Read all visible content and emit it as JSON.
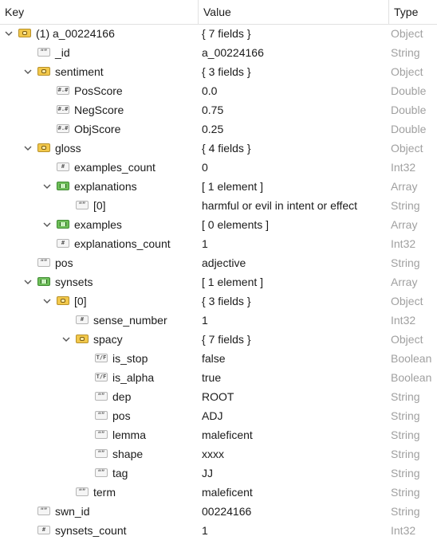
{
  "columns": {
    "key": "Key",
    "value": "Value",
    "type": "Type"
  },
  "rows": [
    {
      "key": "(1) a_00224166",
      "value": "{ 7 fields }",
      "type": "Object",
      "icon": "object-icon",
      "depth": 0,
      "expanded": true
    },
    {
      "key": "_id",
      "value": "a_00224166",
      "type": "String",
      "icon": "string-icon",
      "depth": 1
    },
    {
      "key": "sentiment",
      "value": "{ 3 fields }",
      "type": "Object",
      "icon": "object-icon",
      "depth": 1,
      "expanded": true
    },
    {
      "key": "PosScore",
      "value": "0.0",
      "type": "Double",
      "icon": "double-icon",
      "depth": 2
    },
    {
      "key": "NegScore",
      "value": "0.75",
      "type": "Double",
      "icon": "double-icon",
      "depth": 2
    },
    {
      "key": "ObjScore",
      "value": "0.25",
      "type": "Double",
      "icon": "double-icon",
      "depth": 2
    },
    {
      "key": "gloss",
      "value": "{ 4 fields }",
      "type": "Object",
      "icon": "object-icon",
      "depth": 1,
      "expanded": true
    },
    {
      "key": "examples_count",
      "value": "0",
      "type": "Int32",
      "icon": "int-icon",
      "depth": 2
    },
    {
      "key": "explanations",
      "value": "[ 1 element ]",
      "type": "Array",
      "icon": "array-icon",
      "depth": 2,
      "expanded": true
    },
    {
      "key": "[0]",
      "value": "harmful or evil in intent or effect",
      "type": "String",
      "icon": "string-icon",
      "depth": 3
    },
    {
      "key": "examples",
      "value": "[ 0 elements ]",
      "type": "Array",
      "icon": "array-icon",
      "depth": 2,
      "expanded": true
    },
    {
      "key": "explanations_count",
      "value": "1",
      "type": "Int32",
      "icon": "int-icon",
      "depth": 2
    },
    {
      "key": "pos",
      "value": "adjective",
      "type": "String",
      "icon": "string-icon",
      "depth": 1
    },
    {
      "key": "synsets",
      "value": "[ 1 element ]",
      "type": "Array",
      "icon": "array-icon",
      "depth": 1,
      "expanded": true
    },
    {
      "key": "[0]",
      "value": "{ 3 fields }",
      "type": "Object",
      "icon": "object-icon",
      "depth": 2,
      "expanded": true
    },
    {
      "key": "sense_number",
      "value": "1",
      "type": "Int32",
      "icon": "int-icon",
      "depth": 3
    },
    {
      "key": "spacy",
      "value": "{ 7 fields }",
      "type": "Object",
      "icon": "object-icon",
      "depth": 3,
      "expanded": true
    },
    {
      "key": "is_stop",
      "value": "false",
      "type": "Boolean",
      "icon": "boolean-icon",
      "depth": 4
    },
    {
      "key": "is_alpha",
      "value": "true",
      "type": "Boolean",
      "icon": "boolean-icon",
      "depth": 4
    },
    {
      "key": "dep",
      "value": "ROOT",
      "type": "String",
      "icon": "string-icon",
      "depth": 4
    },
    {
      "key": "pos",
      "value": "ADJ",
      "type": "String",
      "icon": "string-icon",
      "depth": 4
    },
    {
      "key": "lemma",
      "value": "maleficent",
      "type": "String",
      "icon": "string-icon",
      "depth": 4
    },
    {
      "key": "shape",
      "value": "xxxx",
      "type": "String",
      "icon": "string-icon",
      "depth": 4
    },
    {
      "key": "tag",
      "value": "JJ",
      "type": "String",
      "icon": "string-icon",
      "depth": 4
    },
    {
      "key": "term",
      "value": "maleficent",
      "type": "String",
      "icon": "string-icon",
      "depth": 3
    },
    {
      "key": "swn_id",
      "value": "00224166",
      "type": "String",
      "icon": "string-icon",
      "depth": 1
    },
    {
      "key": "synsets_count",
      "value": "1",
      "type": "Int32",
      "icon": "int-icon",
      "depth": 1
    }
  ],
  "colors": {
    "type_text": "#a0a0a0",
    "header_border": "#e1e1e1",
    "object_icon": "#f2c84b",
    "array_icon": "#6fbf5a"
  }
}
